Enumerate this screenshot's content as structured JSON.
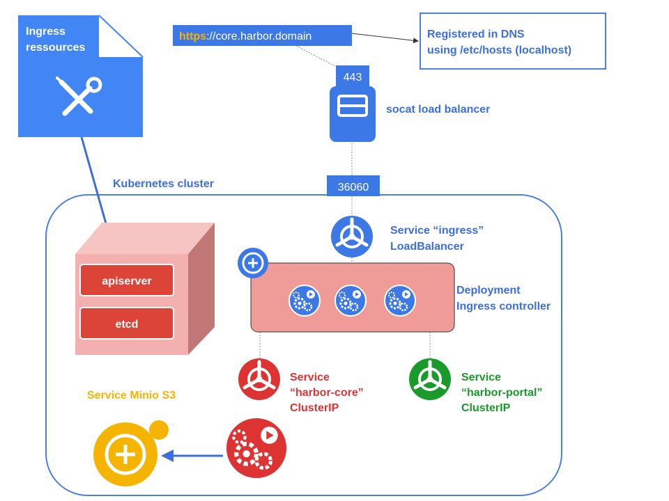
{
  "ingress_doc": {
    "line1": "Ingress",
    "line2": "ressources",
    "icon": "wrench-screwdriver-icon"
  },
  "url": {
    "scheme": "https",
    "rest": "://core.harbor.domain"
  },
  "dns_note": {
    "line1": "Registered in DNS",
    "line2": "using /etc/hosts (localhost)"
  },
  "ports": {
    "https": "443",
    "nodeport": "36060"
  },
  "load_balancer": {
    "label": "socat load balancer",
    "icon": "server-icon"
  },
  "cluster": {
    "label": "Kubernetes cluster"
  },
  "control_plane": {
    "apiserver": "apiserver",
    "etcd": "etcd"
  },
  "service_ingress": {
    "line1": "Service “ingress”",
    "line2": "LoadBalancer",
    "icon": "service-icon"
  },
  "deployment_ingress": {
    "line1": "Deployment",
    "line2": "Ingress controller",
    "icon": "deployment-icon",
    "pod_icon": "pod-gears-icon"
  },
  "service_core": {
    "line1": "Service",
    "line2": "“harbor-core”",
    "line3": "ClusterIP",
    "icon": "service-icon"
  },
  "service_portal": {
    "line1": "Service",
    "line2": "“harbor-portal”",
    "line3": "ClusterIP",
    "icon": "service-icon"
  },
  "minio": {
    "label": "Service Minio S3",
    "icon": "deployment-icon",
    "pod_icon": "pod-gears-icon"
  },
  "colors": {
    "blue": "#4285f4",
    "dark_blue": "#1a56d6",
    "red": "#dd3333",
    "green": "#1a9a2a",
    "orange": "#f4b400",
    "cube_front": "#f3b0ae",
    "cube_top": "#f6c4c2",
    "cube_side": "#c07775",
    "cube_bar": "#db4437",
    "deployment_fill": "#ef9b97",
    "port_fill": "#3c78e6"
  }
}
